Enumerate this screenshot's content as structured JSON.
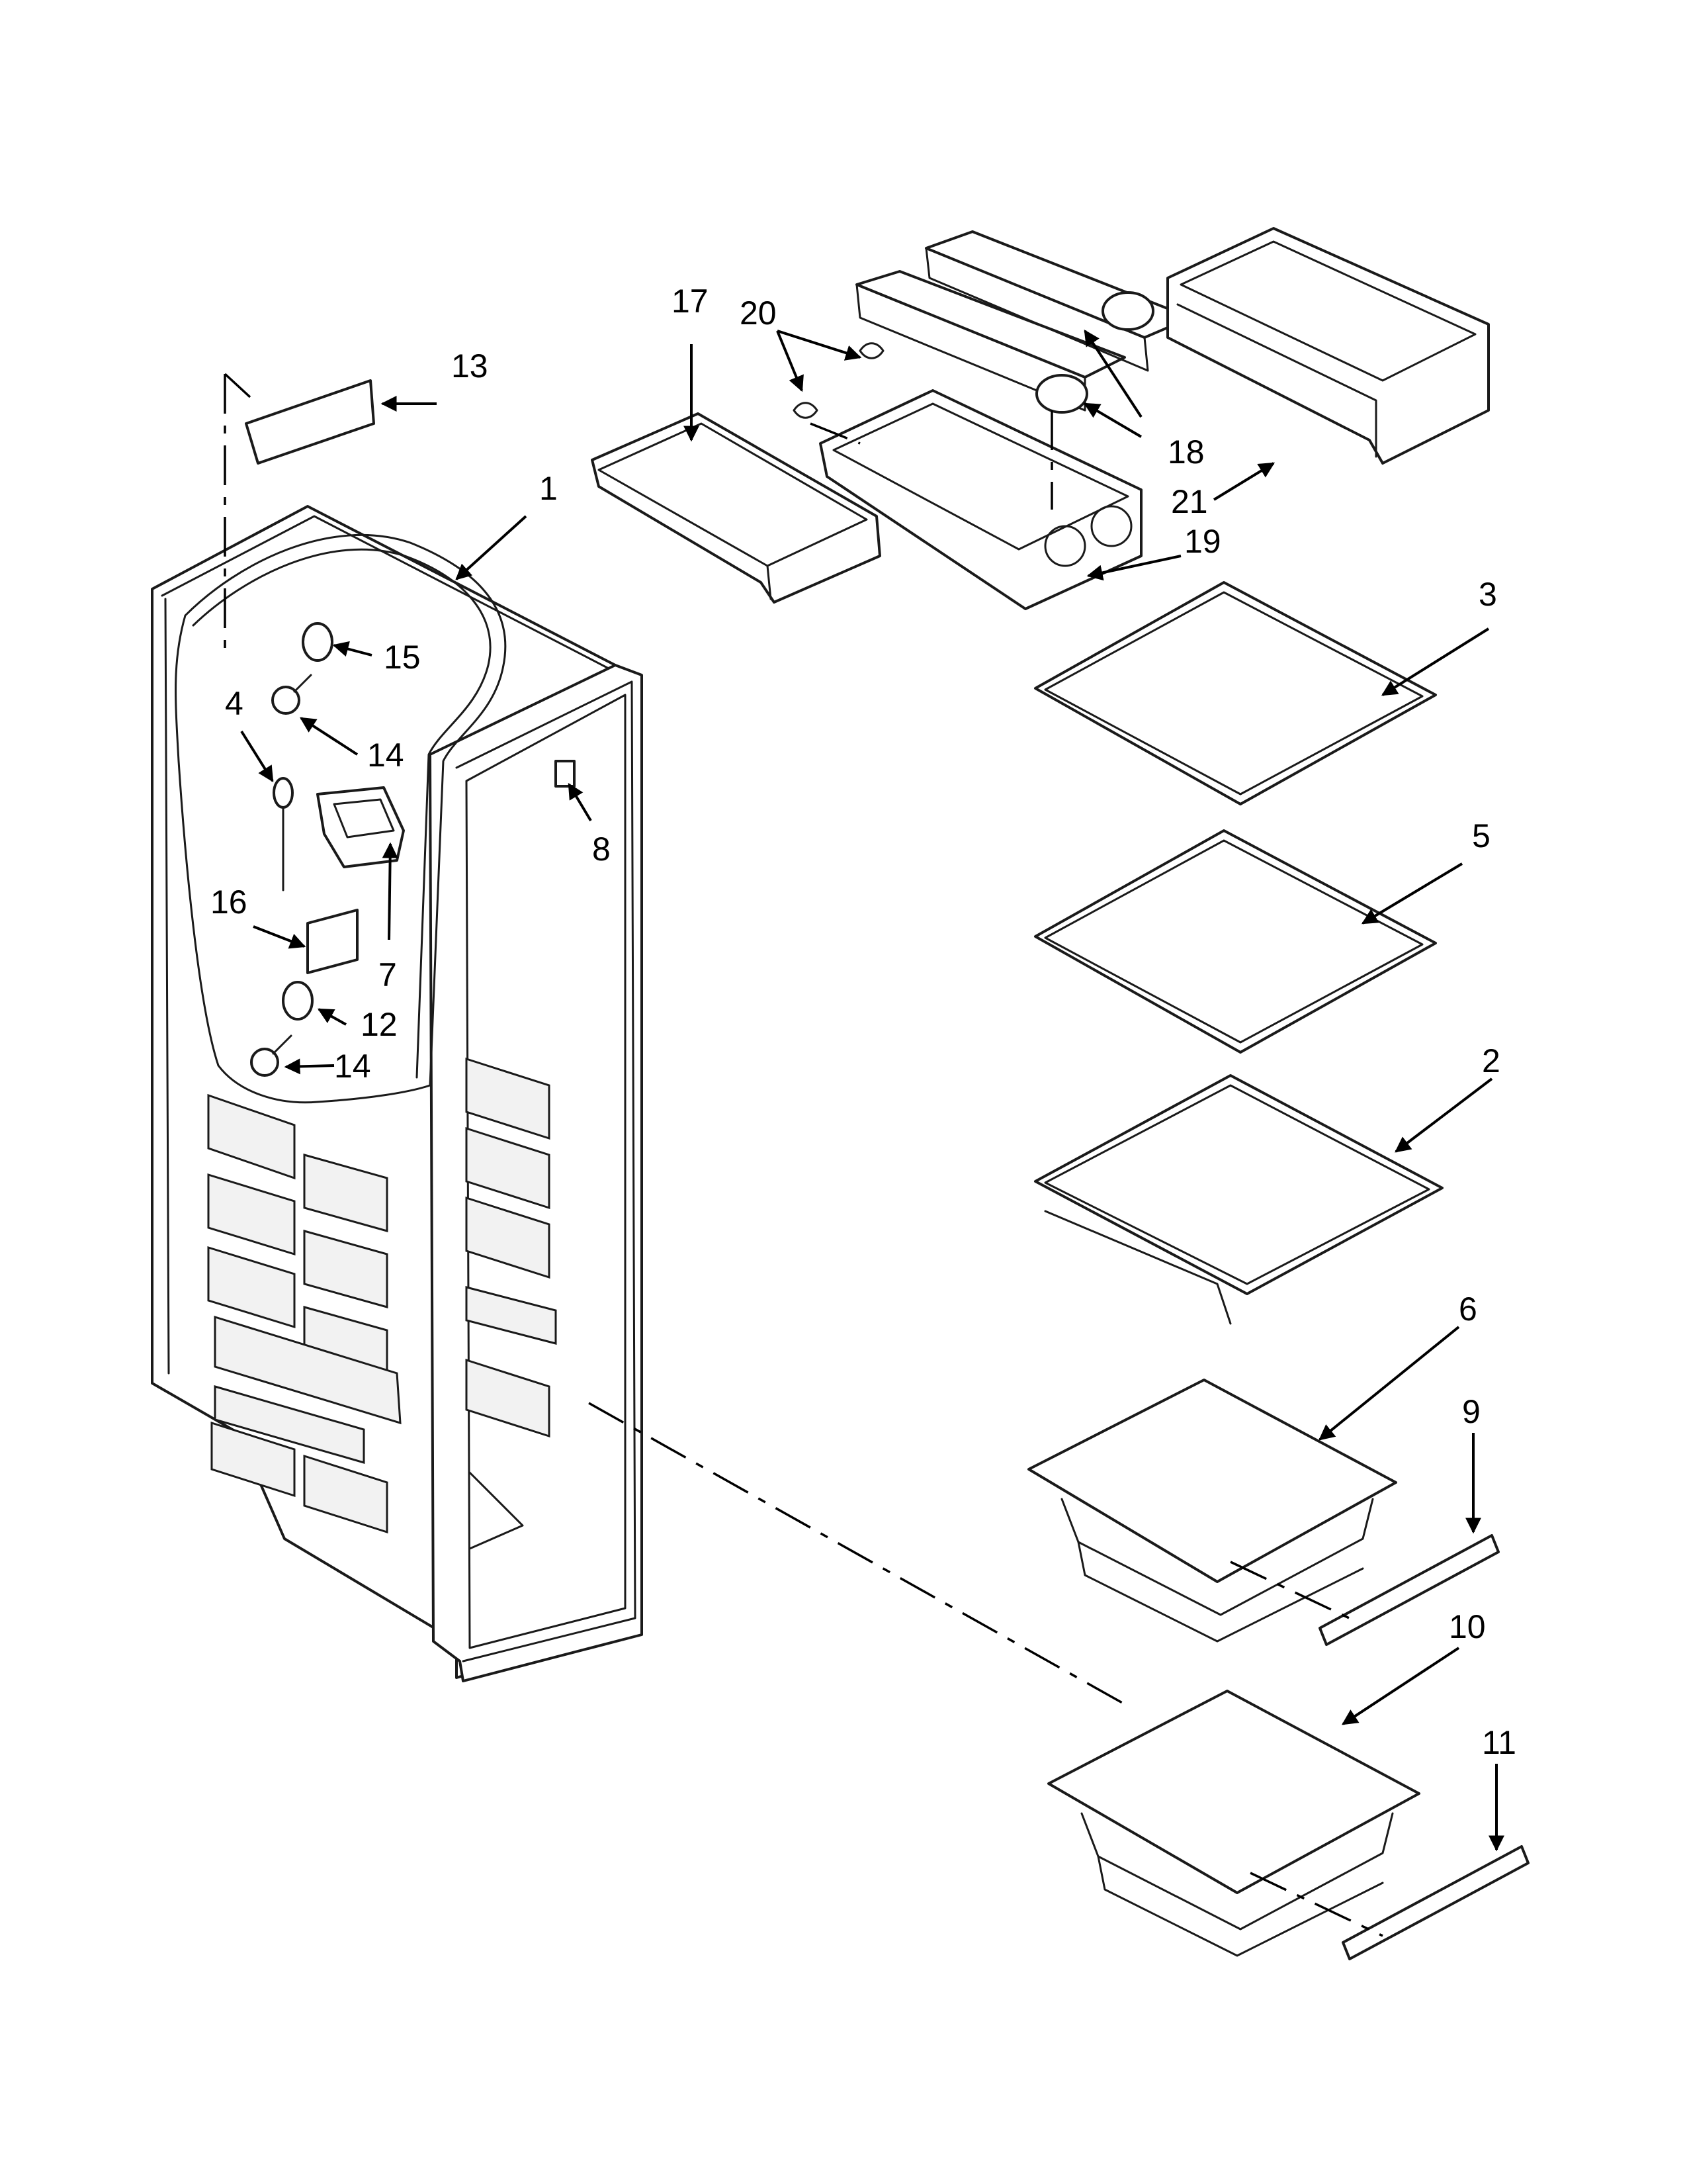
{
  "diagram": {
    "accent_color": "#000000",
    "callouts": [
      {
        "id": "1",
        "label": "1"
      },
      {
        "id": "2",
        "label": "2"
      },
      {
        "id": "3",
        "label": "3"
      },
      {
        "id": "4",
        "label": "4"
      },
      {
        "id": "5",
        "label": "5"
      },
      {
        "id": "6",
        "label": "6"
      },
      {
        "id": "7",
        "label": "7"
      },
      {
        "id": "8",
        "label": "8"
      },
      {
        "id": "9",
        "label": "9"
      },
      {
        "id": "10",
        "label": "10"
      },
      {
        "id": "11",
        "label": "11"
      },
      {
        "id": "12",
        "label": "12"
      },
      {
        "id": "13",
        "label": "13"
      },
      {
        "id": "14a",
        "label": "14"
      },
      {
        "id": "14b",
        "label": "14"
      },
      {
        "id": "15",
        "label": "15"
      },
      {
        "id": "16",
        "label": "16"
      },
      {
        "id": "17",
        "label": "17"
      },
      {
        "id": "18",
        "label": "18"
      },
      {
        "id": "19",
        "label": "19"
      },
      {
        "id": "20",
        "label": "20"
      },
      {
        "id": "21",
        "label": "21"
      }
    ]
  }
}
